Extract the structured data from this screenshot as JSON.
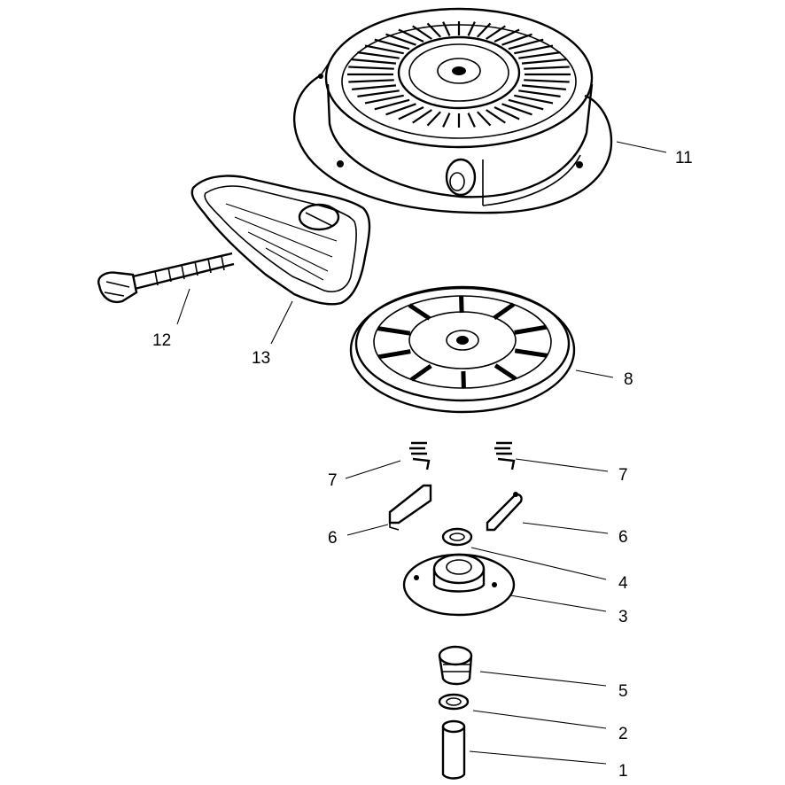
{
  "callouts": {
    "c1": "1",
    "c2": "2",
    "c3": "3",
    "c4": "4",
    "c5": "5",
    "c6a": "6",
    "c6b": "6",
    "c7a": "7",
    "c7b": "7",
    "c8": "8",
    "c11": "11",
    "c12": "12",
    "c13": "13"
  }
}
